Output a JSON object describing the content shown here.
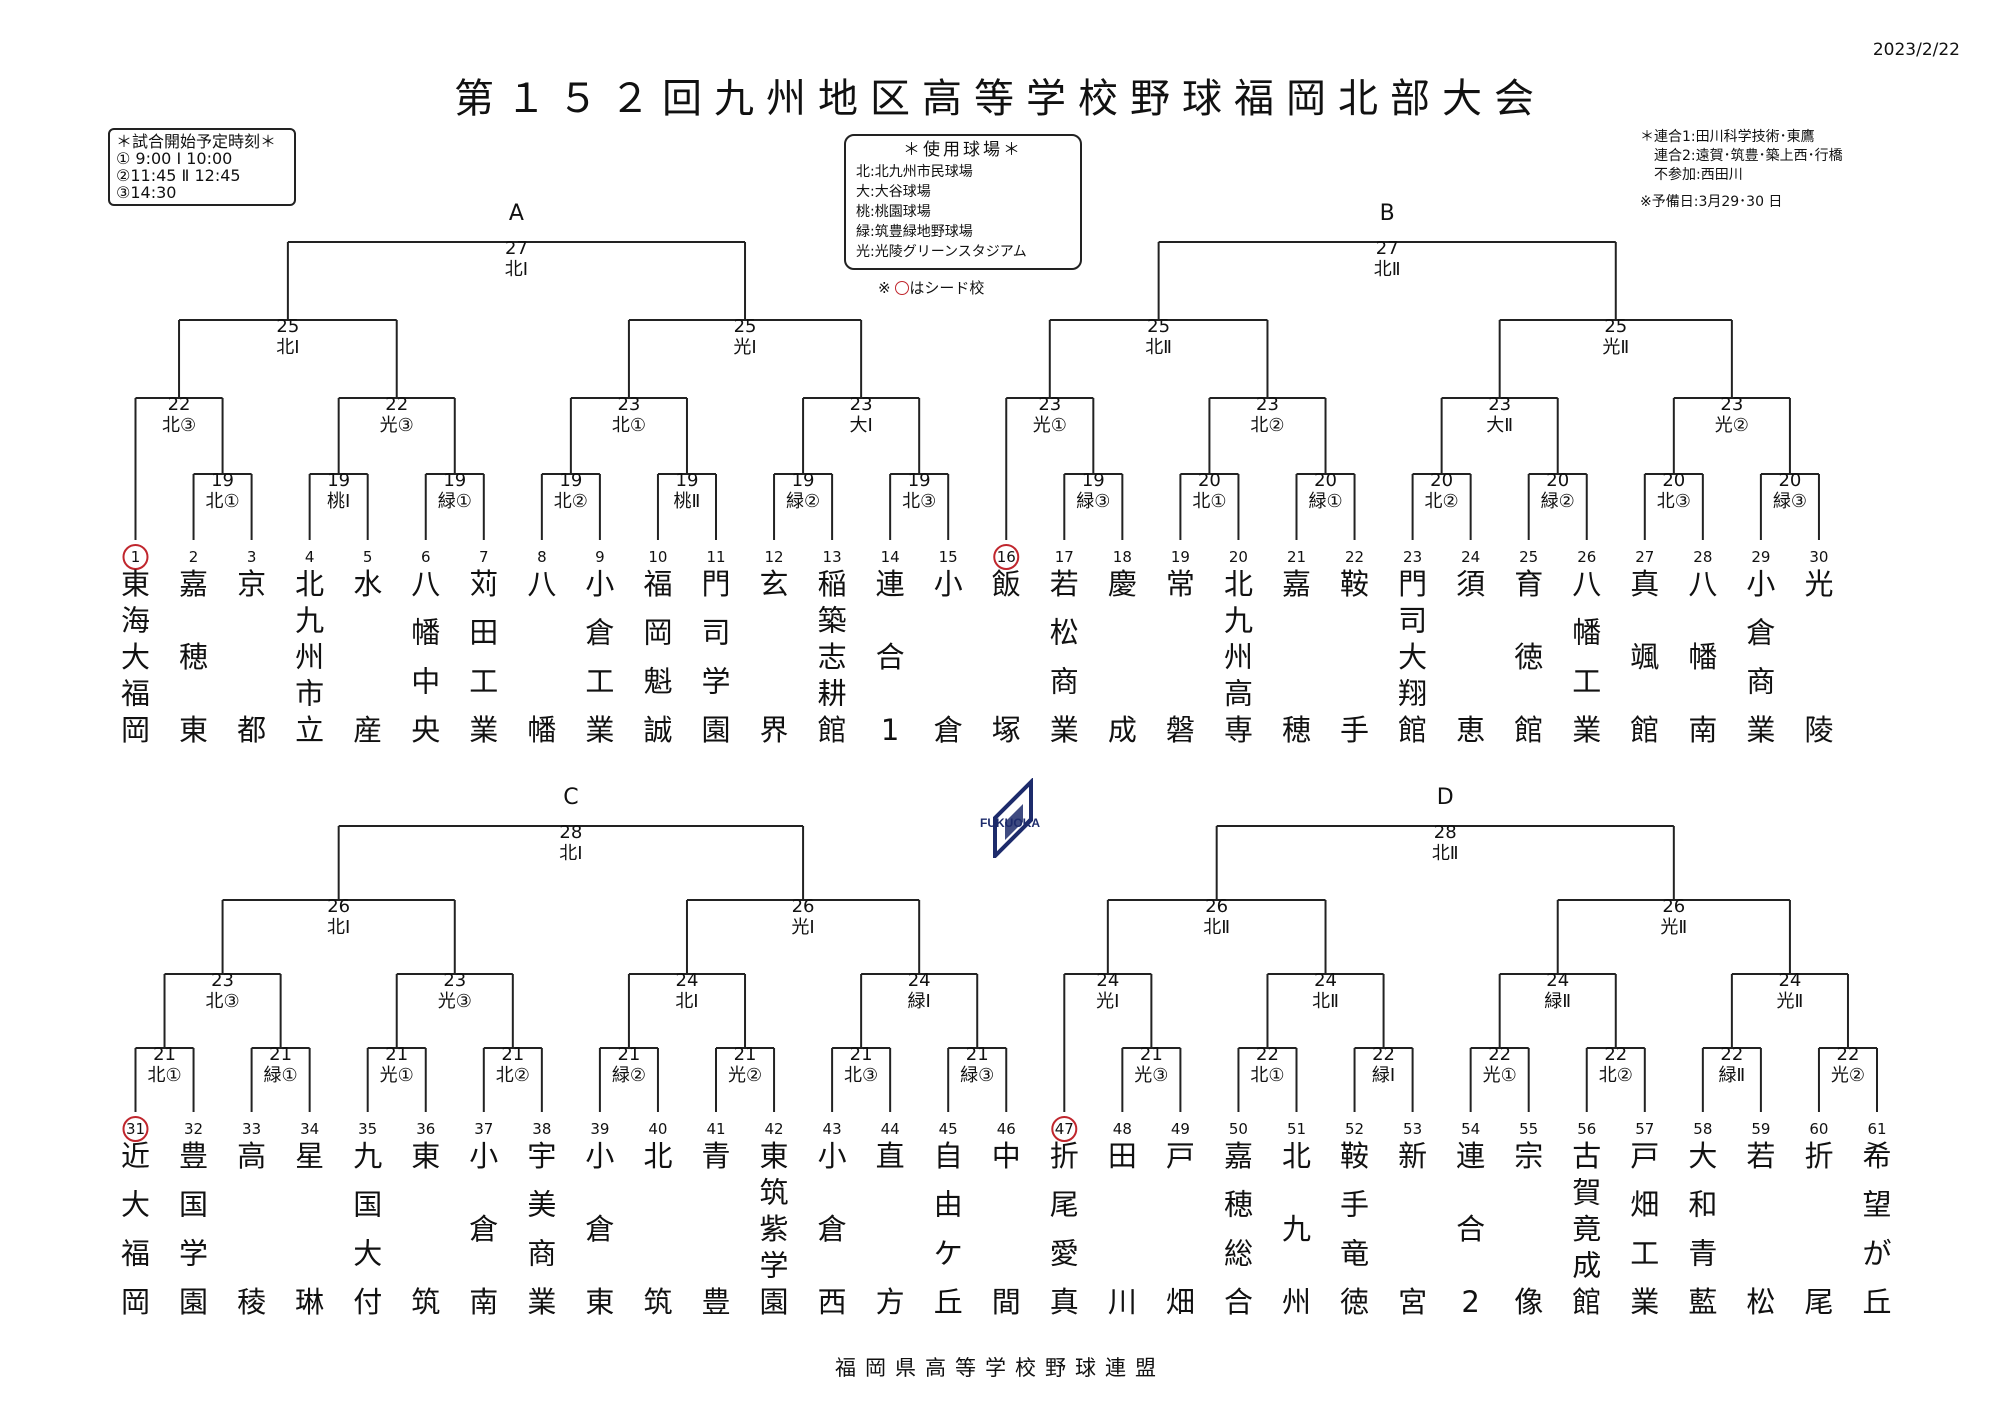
{
  "title": "第１５２回九州地区高等学校野球福岡北部大会",
  "date": "2023/2/22",
  "footer": "福岡県高等学校野球連盟",
  "schedule": {
    "heading": "＊試合開始予定時刻＊",
    "lines": [
      "① 9:00 Ⅰ 10:00",
      "②11:45 Ⅱ 12:45",
      "③14:30"
    ]
  },
  "venues": {
    "heading": "＊使用球場＊",
    "items": [
      "北:北九州市民球場",
      "大:大谷球場",
      "桃:桃園球場",
      "緑:筑豊緑地野球場",
      "光:光陵グリーンスタジアム"
    ],
    "seed_note_prefix": "※ ",
    "seed_note_suffix": "はシード校"
  },
  "notes": {
    "lines": [
      "＊連合1:田川科学技術･東鷹",
      "　連合2:遠賀･筑豊･築上西･行橋",
      "　不参加:西田川"
    ],
    "reserve": "※予備日:3月29･30 日"
  },
  "logo_text": "FUKUOKA",
  "colors": {
    "seed_ring": "#c0262d",
    "lines": "#222222",
    "logo": "#1d2b6b"
  },
  "brackets": [
    {
      "letter": "A",
      "final": {
        "date": "27",
        "venue": "北Ⅰ"
      },
      "semis": [
        {
          "date": "25",
          "venue": "北Ⅰ"
        },
        {
          "date": "25",
          "venue": "光Ⅰ"
        }
      ],
      "quarters": [
        {
          "date": "22",
          "venue": "北③"
        },
        {
          "date": "22",
          "venue": "光③"
        },
        {
          "date": "23",
          "venue": "北①"
        },
        {
          "date": "23",
          "venue": "大Ⅰ"
        }
      ],
      "r2": [
        {
          "date": "19",
          "venue": "北①"
        },
        {
          "date": "19",
          "venue": "桃Ⅰ"
        },
        {
          "date": "19",
          "venue": "緑①"
        },
        {
          "date": "19",
          "venue": "北②"
        },
        {
          "date": "19",
          "venue": "桃Ⅱ"
        },
        {
          "date": "19",
          "venue": "緑②"
        },
        {
          "date": "19",
          "venue": "北③"
        }
      ]
    },
    {
      "letter": "B",
      "final": {
        "date": "27",
        "venue": "北Ⅱ"
      },
      "semis": [
        {
          "date": "25",
          "venue": "北Ⅱ"
        },
        {
          "date": "25",
          "venue": "光Ⅱ"
        }
      ],
      "quarters": [
        {
          "date": "23",
          "venue": "光①"
        },
        {
          "date": "23",
          "venue": "北②"
        },
        {
          "date": "23",
          "venue": "大Ⅱ"
        },
        {
          "date": "23",
          "venue": "光②"
        }
      ],
      "r2": [
        {
          "date": "19",
          "venue": "緑③"
        },
        {
          "date": "20",
          "venue": "北①"
        },
        {
          "date": "20",
          "venue": "緑①"
        },
        {
          "date": "20",
          "venue": "北②"
        },
        {
          "date": "20",
          "venue": "緑②"
        },
        {
          "date": "20",
          "venue": "北③"
        },
        {
          "date": "20",
          "venue": "緑③"
        }
      ]
    },
    {
      "letter": "C",
      "final": {
        "date": "28",
        "venue": "北Ⅰ"
      },
      "semis": [
        {
          "date": "26",
          "venue": "北Ⅰ"
        },
        {
          "date": "26",
          "venue": "光Ⅰ"
        }
      ],
      "quarters": [
        {
          "date": "23",
          "venue": "北③"
        },
        {
          "date": "23",
          "venue": "光③"
        },
        {
          "date": "24",
          "venue": "北Ⅰ"
        },
        {
          "date": "24",
          "venue": "緑Ⅰ"
        }
      ],
      "r2": [
        {
          "date": "21",
          "venue": "北①"
        },
        {
          "date": "21",
          "venue": "緑①"
        },
        {
          "date": "21",
          "venue": "光①"
        },
        {
          "date": "21",
          "venue": "北②"
        },
        {
          "date": "21",
          "venue": "緑②"
        },
        {
          "date": "21",
          "venue": "光②"
        },
        {
          "date": "21",
          "venue": "北③"
        },
        {
          "date": "21",
          "venue": "緑③"
        }
      ]
    },
    {
      "letter": "D",
      "final": {
        "date": "28",
        "venue": "北Ⅱ"
      },
      "semis": [
        {
          "date": "26",
          "venue": "北Ⅱ"
        },
        {
          "date": "26",
          "venue": "光Ⅱ"
        }
      ],
      "quarters": [
        {
          "date": "24",
          "venue": "光Ⅰ"
        },
        {
          "date": "24",
          "venue": "北Ⅱ"
        },
        {
          "date": "24",
          "venue": "緑Ⅱ"
        },
        {
          "date": "24",
          "venue": "光Ⅱ"
        }
      ],
      "r2": [
        {
          "date": "21",
          "venue": "光③"
        },
        {
          "date": "22",
          "venue": "北①"
        },
        {
          "date": "22",
          "venue": "緑Ⅰ"
        },
        {
          "date": "22",
          "venue": "光①"
        },
        {
          "date": "22",
          "venue": "北②"
        },
        {
          "date": "22",
          "venue": "緑Ⅱ"
        },
        {
          "date": "22",
          "venue": "光②"
        }
      ]
    }
  ],
  "teams": [
    {
      "no": "1",
      "name": "東海大福岡",
      "seed": true
    },
    {
      "no": "2",
      "name": "嘉穂東"
    },
    {
      "no": "3",
      "name": "京都"
    },
    {
      "no": "4",
      "name": "北九州市立"
    },
    {
      "no": "5",
      "name": "水産"
    },
    {
      "no": "6",
      "name": "八幡中央"
    },
    {
      "no": "7",
      "name": "苅田工業"
    },
    {
      "no": "8",
      "name": "八幡"
    },
    {
      "no": "9",
      "name": "小倉工業"
    },
    {
      "no": "10",
      "name": "福岡魁誠"
    },
    {
      "no": "11",
      "name": "門司学園"
    },
    {
      "no": "12",
      "name": "玄界"
    },
    {
      "no": "13",
      "name": "稲築志耕館"
    },
    {
      "no": "14",
      "name": "連合1"
    },
    {
      "no": "15",
      "name": "小倉"
    },
    {
      "no": "16",
      "name": "飯塚",
      "seed": true
    },
    {
      "no": "17",
      "name": "若松商業"
    },
    {
      "no": "18",
      "name": "慶成"
    },
    {
      "no": "19",
      "name": "常磐"
    },
    {
      "no": "20",
      "name": "北九州高専"
    },
    {
      "no": "21",
      "name": "嘉穂"
    },
    {
      "no": "22",
      "name": "鞍手"
    },
    {
      "no": "23",
      "name": "門司大翔館"
    },
    {
      "no": "24",
      "name": "須恵"
    },
    {
      "no": "25",
      "name": "育徳館"
    },
    {
      "no": "26",
      "name": "八幡工業"
    },
    {
      "no": "27",
      "name": "真颯館"
    },
    {
      "no": "28",
      "name": "八幡南"
    },
    {
      "no": "29",
      "name": "小倉商業"
    },
    {
      "no": "30",
      "name": "光陵"
    },
    {
      "no": "31",
      "name": "近大福岡",
      "seed": true
    },
    {
      "no": "32",
      "name": "豊国学園"
    },
    {
      "no": "33",
      "name": "高稜"
    },
    {
      "no": "34",
      "name": "星琳"
    },
    {
      "no": "35",
      "name": "九国大付"
    },
    {
      "no": "36",
      "name": "東筑"
    },
    {
      "no": "37",
      "name": "小倉南"
    },
    {
      "no": "38",
      "name": "宇美商業"
    },
    {
      "no": "39",
      "name": "小倉東"
    },
    {
      "no": "40",
      "name": "北筑"
    },
    {
      "no": "41",
      "name": "青豊"
    },
    {
      "no": "42",
      "name": "東筑紫学園"
    },
    {
      "no": "43",
      "name": "小倉西"
    },
    {
      "no": "44",
      "name": "直方"
    },
    {
      "no": "45",
      "name": "自由ケ丘"
    },
    {
      "no": "46",
      "name": "中間"
    },
    {
      "no": "47",
      "name": "折尾愛真",
      "seed": true
    },
    {
      "no": "48",
      "name": "田川"
    },
    {
      "no": "49",
      "name": "戸畑"
    },
    {
      "no": "50",
      "name": "嘉穂総合"
    },
    {
      "no": "51",
      "name": "北九州"
    },
    {
      "no": "52",
      "name": "鞍手竜徳"
    },
    {
      "no": "53",
      "name": "新宮"
    },
    {
      "no": "54",
      "name": "連合2"
    },
    {
      "no": "55",
      "name": "宗像"
    },
    {
      "no": "56",
      "name": "古賀竟成館"
    },
    {
      "no": "57",
      "name": "戸畑工業"
    },
    {
      "no": "58",
      "name": "大和青藍"
    },
    {
      "no": "59",
      "name": "若松"
    },
    {
      "no": "60",
      "name": "折尾"
    },
    {
      "no": "61",
      "name": "希望が丘"
    }
  ]
}
